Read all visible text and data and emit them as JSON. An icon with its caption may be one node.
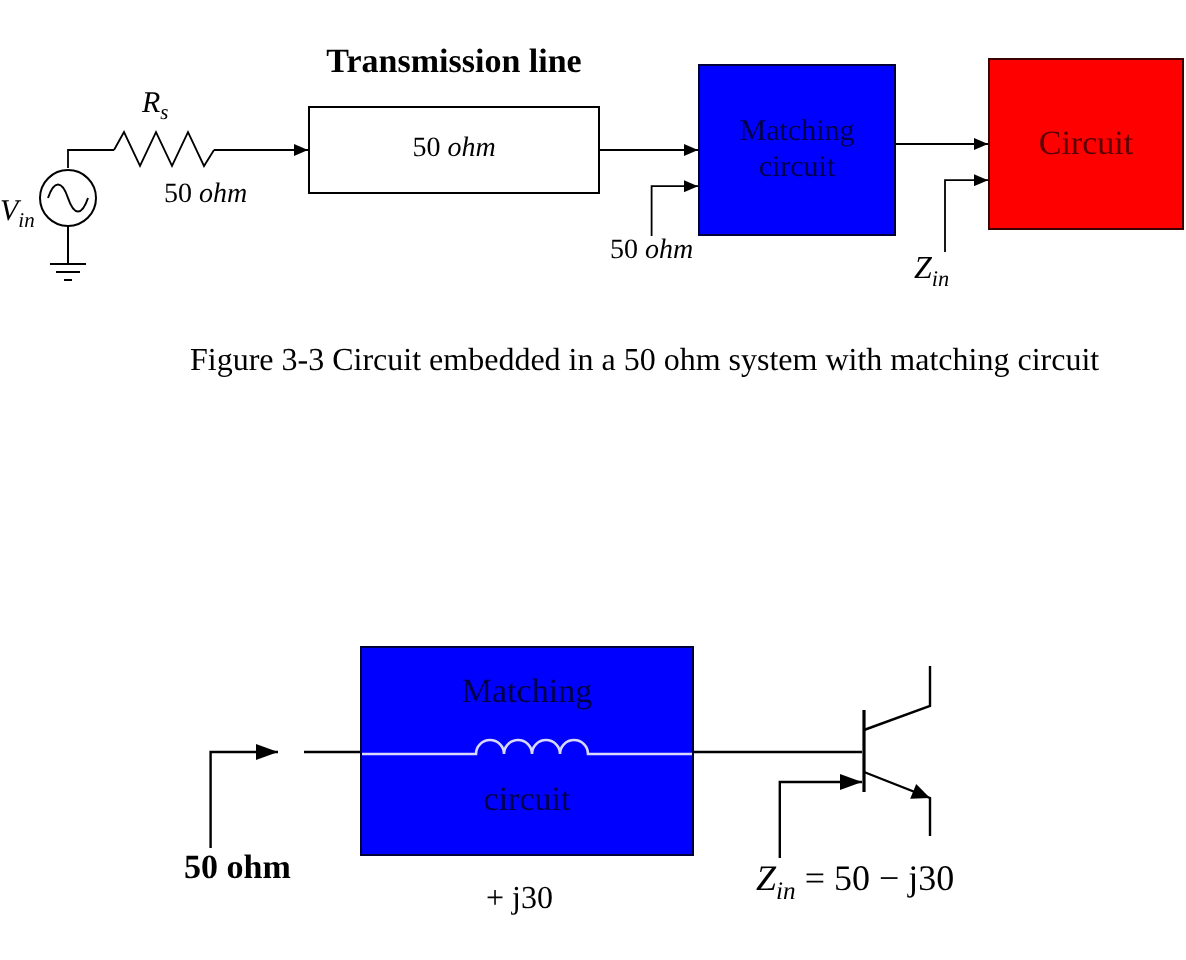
{
  "diagram": {
    "caption": "Figure 3-3 Circuit embedded in a 50 ohm system with matching circuit",
    "nodes": [
      {
        "text": [],
        "shape": "circle",
        "beside": [
          "*V*$_{in}$"
        ]
      },
      {
        "text": [],
        "shape": "resistor",
        "beside": [
          "*R*$_{s}$",
          "50 *ohm*"
        ]
      },
      {
        "text": [
          "Transmission line",
          "50 *ohm*"
        ]
      },
      {
        "text": [
          "Matching circuit"
        ]
      },
      {
        "text": [
          "Circuit"
        ]
      },
      {
        "text": [
          "50 *ohm*"
        ]
      },
      {
        "text": [
          "*Z*$_{in}$"
        ]
      },
      {
        "text": [
          "Matching",
          "circuit"
        ],
        "beside": [
          "+ j30"
        ]
      },
      {
        "text": [],
        "shape": "transistor"
      },
      {
        "text": [
          "50 ohm"
        ]
      },
      {
        "text": [
          "*Z*$_{in}$ = 50 − j30"
        ]
      }
    ],
    "edges": [
      {
        "from": 0,
        "to": 1,
        "arrow": "none"
      },
      {
        "from": 1,
        "to": 2,
        "arrow": "to"
      },
      {
        "from": 2,
        "to": 3,
        "arrow": "to"
      },
      {
        "from": 3,
        "to": 4,
        "arrow": "to"
      },
      {
        "from": 5,
        "to": 3,
        "arrow": "to"
      },
      {
        "from": 6,
        "to": 4,
        "arrow": "to"
      },
      {
        "from": null,
        "to": 7,
        "arrow": "none"
      },
      {
        "from": 9,
        "to": null,
        "arrow": "to"
      },
      {
        "from": 7,
        "to": 8,
        "arrow": "none"
      },
      {
        "from": 10,
        "to": 8,
        "arrow": "to"
      }
    ]
  }
}
